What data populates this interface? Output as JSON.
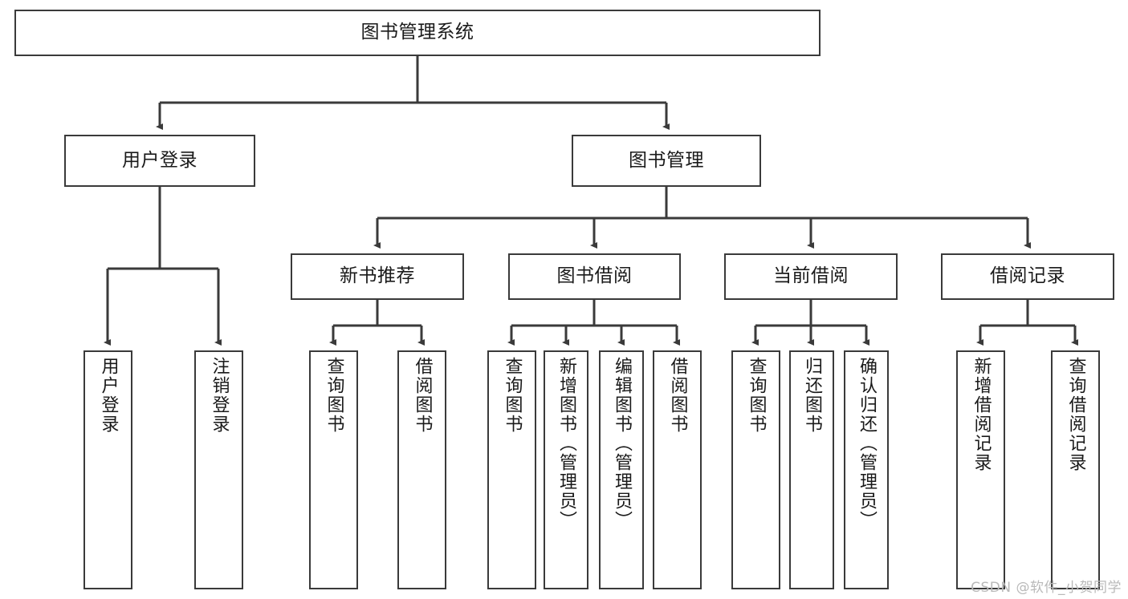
{
  "diagram": {
    "title": "图书管理系统",
    "type": "hierarchy-tree",
    "orientation": "top-down",
    "colors": {
      "box_border": "#3a3a3a",
      "box_fill": "#ffffff",
      "edge": "#3a3a3a",
      "text": "#1a1a1a",
      "watermark": "#b9b9b9"
    },
    "nodes": {
      "root": {
        "label": "图书管理系统"
      },
      "level2": [
        {
          "label": "用户登录"
        },
        {
          "label": "图书管理"
        }
      ],
      "level3": [
        {
          "label": "新书推荐"
        },
        {
          "label": "图书借阅"
        },
        {
          "label": "当前借阅"
        },
        {
          "label": "借阅记录"
        }
      ],
      "leaves_user_login": [
        {
          "label": "用户登录"
        },
        {
          "label": "注销登录"
        }
      ],
      "leaves_new_book": [
        {
          "label": "查询图书"
        },
        {
          "label": "借阅图书"
        }
      ],
      "leaves_book_borrow": [
        {
          "label": "查询图书"
        },
        {
          "label": "新增图书（管理员）"
        },
        {
          "label": "编辑图书（管理员）"
        },
        {
          "label": "借阅图书"
        }
      ],
      "leaves_current_borrow": [
        {
          "label": "查询图书"
        },
        {
          "label": "归还图书"
        },
        {
          "label": "确认归还（管理员）"
        }
      ],
      "leaves_borrow_record": [
        {
          "label": "新增借阅记录"
        },
        {
          "label": "查询借阅记录"
        }
      ]
    },
    "watermark": "CSDN @软件_小贺同学"
  }
}
